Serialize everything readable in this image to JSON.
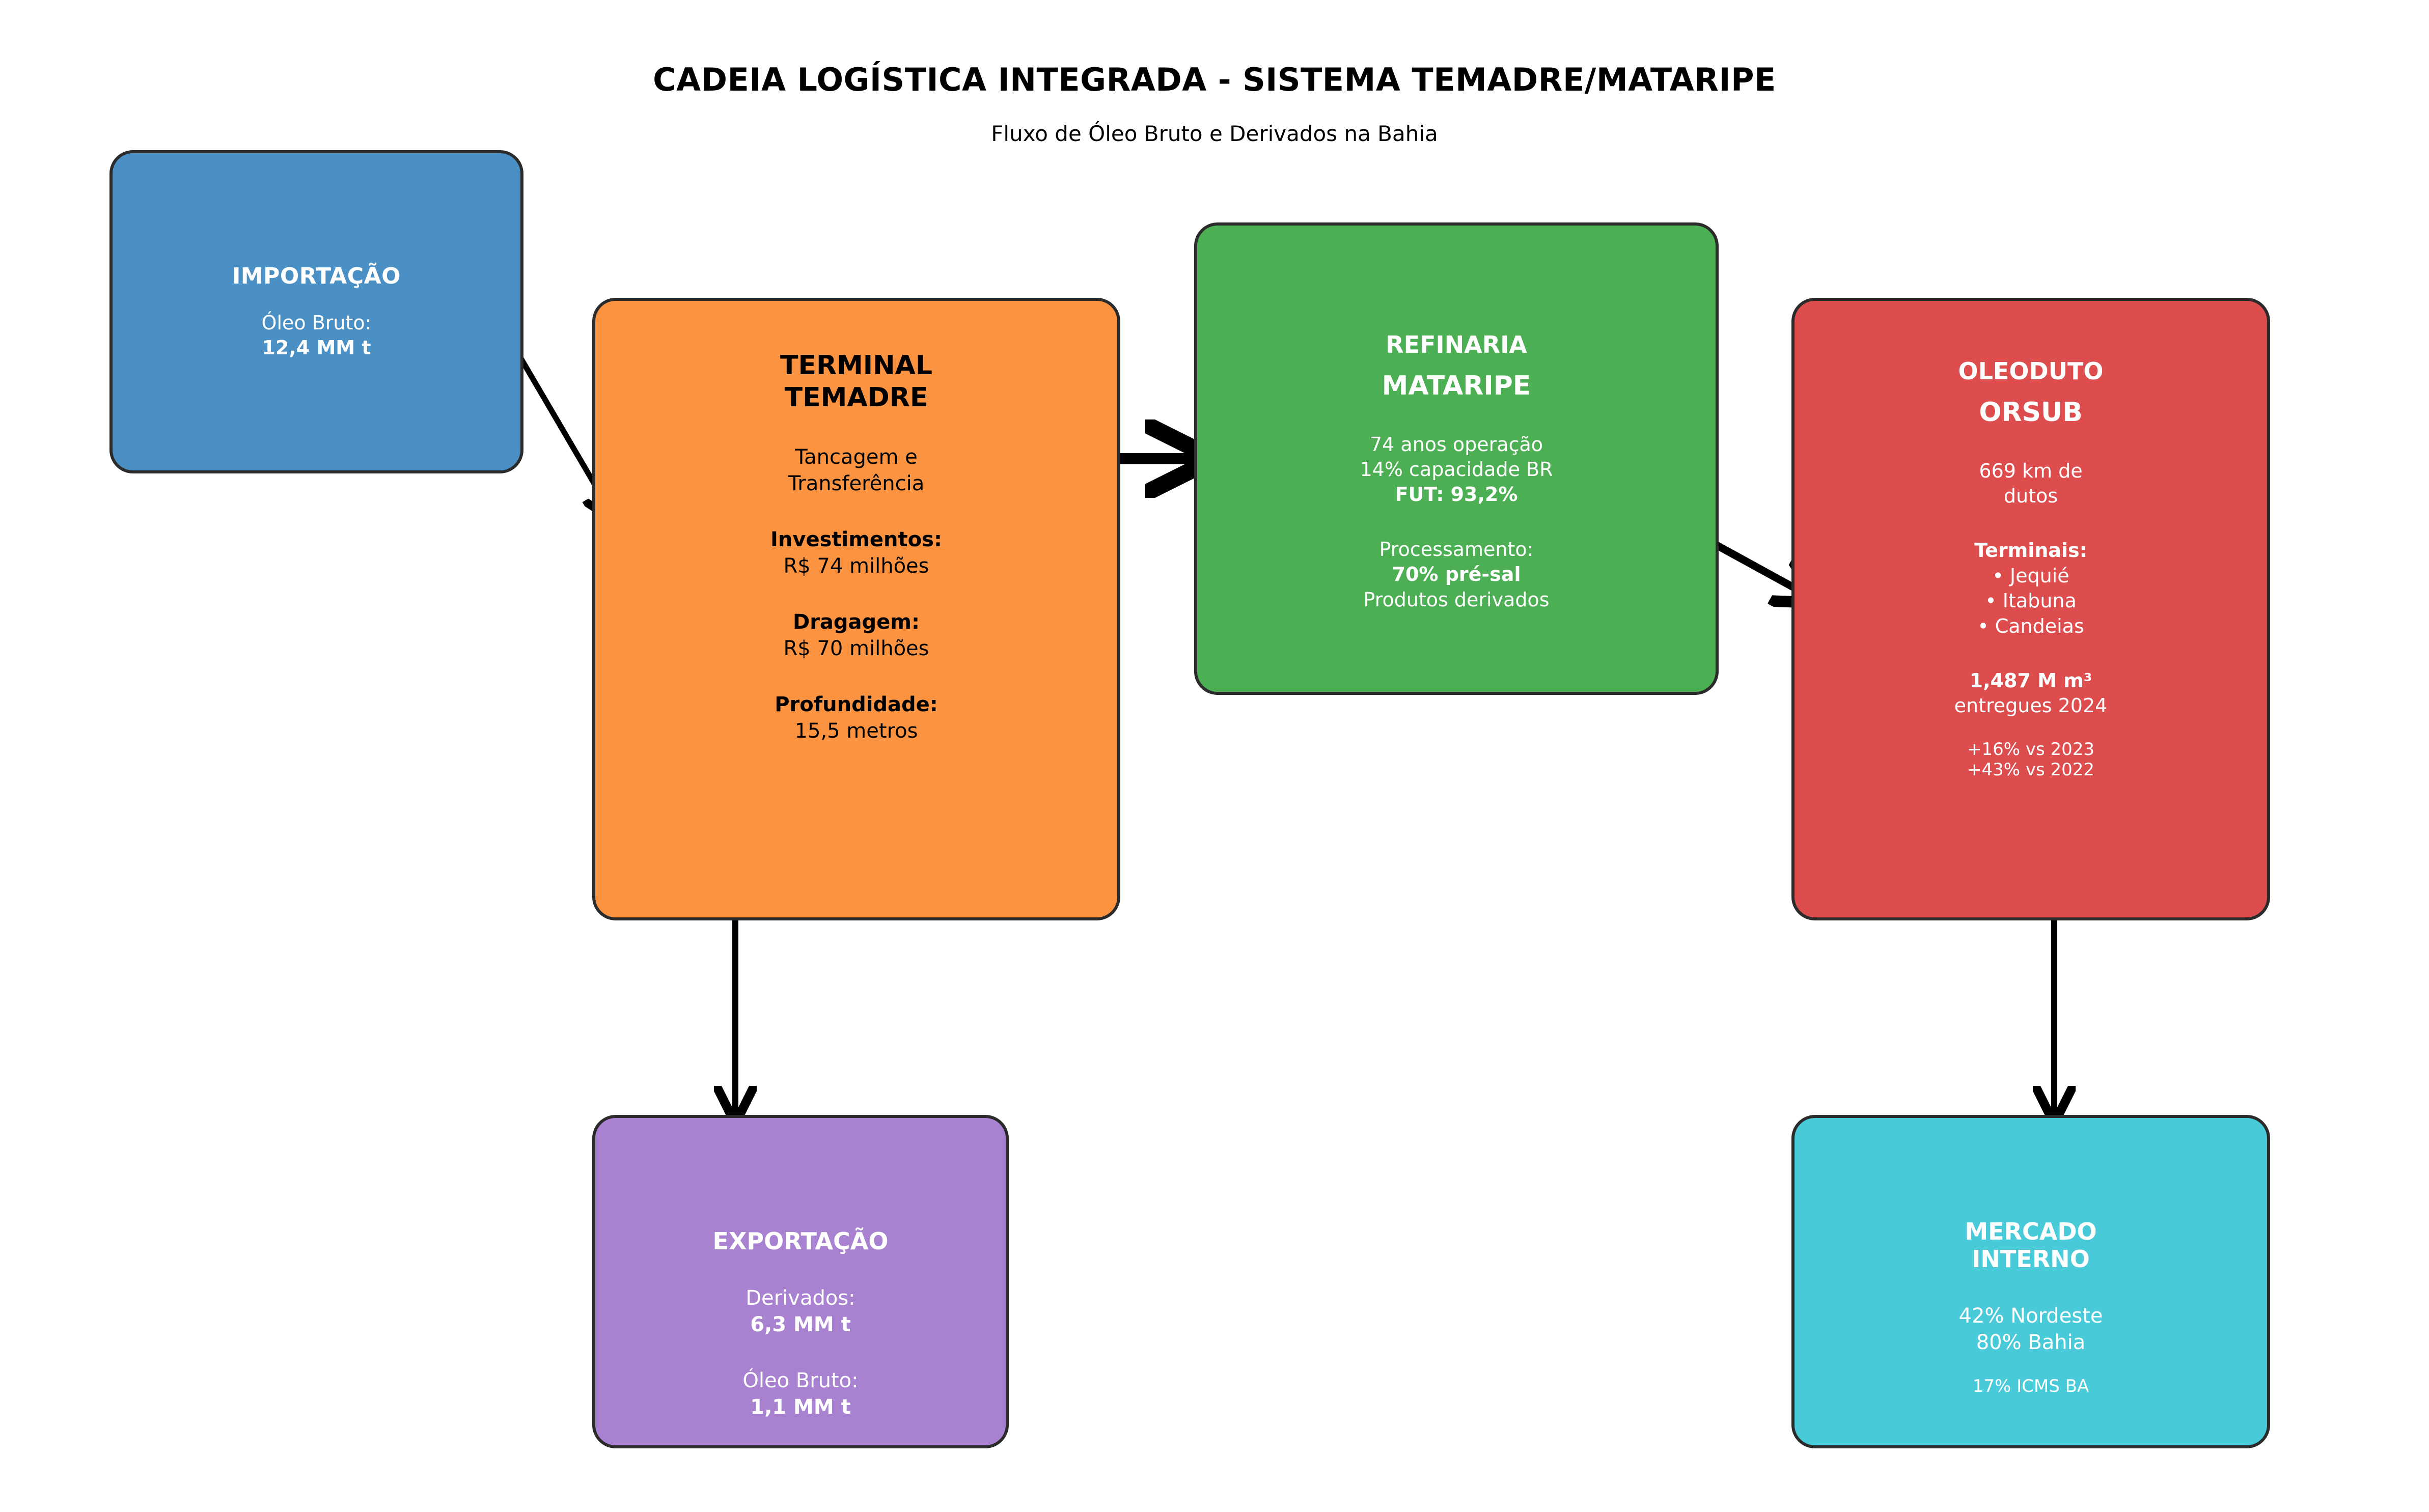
{
  "header": {
    "title": "CADEIA LOGÍSTICA INTEGRADA - SISTEMA TEMADRE/MATARIPE",
    "subtitle": "Fluxo de Óleo Bruto e Derivados na Bahia"
  },
  "colors": {
    "importacao": "#4a90c4",
    "temadre": "#fb9341",
    "mataripe": "#4caf53",
    "orsub": "#de4d4d",
    "exportacao": "#a882d0",
    "mercado": "#48cad8",
    "outline": "#2b2b2b",
    "background": "#ffffff",
    "arrow": "#000000"
  },
  "nodes": {
    "importacao": {
      "heading": "IMPORTAÇÃO",
      "line1": "Óleo Bruto:",
      "line2": "12,4 MM t"
    },
    "temadre": {
      "heading_line1": "TERMINAL",
      "heading_line2": "TEMADRE",
      "role_line1": "Tancagem e",
      "role_line2": "Transferência",
      "investimentos_label": "Investimentos:",
      "investimentos_value": "R$ 74 milhões",
      "dragagem_label": "Dragagem:",
      "dragagem_value": "R$ 70 milhões",
      "profundidade_label": "Profundidade:",
      "profundidade_value": "15,5 metros"
    },
    "mataripe": {
      "heading_line1": "REFINARIA",
      "heading_line2": "MATARIPE",
      "stat1": "74 anos operação",
      "stat2": "14% capacidade BR",
      "stat3": "FUT: 93,2%",
      "proc_label": "Processamento:",
      "proc_value": "70% pré-sal",
      "proc_note": "Produtos derivados"
    },
    "orsub": {
      "heading_line1": "OLEODUTO",
      "heading_line2": "ORSUB",
      "extensao_line1": "669 km de",
      "extensao_line2": "dutos",
      "terminais_label": "Terminais:",
      "terminais": [
        "• Jequié",
        "• Itabuna",
        "• Candeias"
      ],
      "volume_value": "1,487 M m³",
      "volume_note": "entregues 2024",
      "growth1": "+16% vs 2023",
      "growth2": "+43% vs 2022"
    },
    "exportacao": {
      "heading": "EXPORTAÇÃO",
      "derivados_label": "Derivados:",
      "derivados_value": "6,3 MM t",
      "oleo_label": "Óleo Bruto:",
      "oleo_value": "1,1 MM t"
    },
    "mercado": {
      "heading_line1": "MERCADO",
      "heading_line2": "INTERNO",
      "stat1": "42% Nordeste",
      "stat2": "80% Bahia",
      "stat3": "17% ICMS BA"
    }
  },
  "flows": [
    {
      "id": "importacao-to-temadre",
      "from": "IMPORTAÇÃO",
      "to": "TERMINAL TEMADRE",
      "style": "diagonal"
    },
    {
      "id": "temadre-to-mataripe",
      "from": "TERMINAL TEMADRE",
      "to": "REFINARIA MATARIPE",
      "style": "horizontal"
    },
    {
      "id": "mataripe-to-orsub",
      "from": "REFINARIA MATARIPE",
      "to": "OLEODUTO ORSUB",
      "style": "diagonal"
    },
    {
      "id": "temadre-to-exportacao",
      "from": "TERMINAL TEMADRE",
      "to": "EXPORTAÇÃO",
      "style": "vertical"
    },
    {
      "id": "orsub-to-mercado",
      "from": "OLEODUTO ORSUB",
      "to": "MERCADO INTERNO",
      "style": "vertical"
    }
  ]
}
